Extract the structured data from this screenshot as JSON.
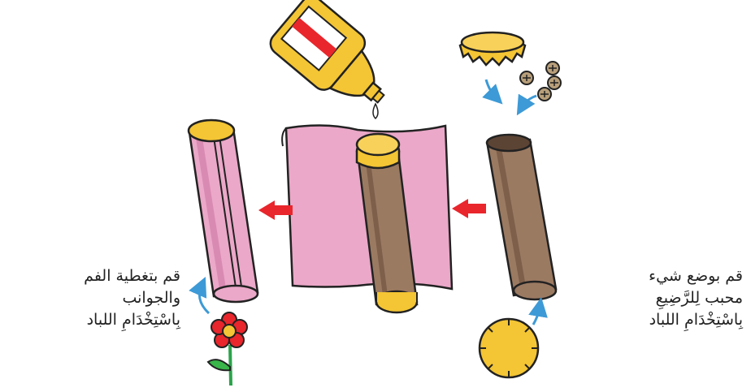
{
  "captions": {
    "right": {
      "line1": "قم بوضع شيء",
      "line2": "محبب لِلرَّضِيعِ",
      "line3": "بِاسْتِخْدَامِ اللباد"
    },
    "left": {
      "line1": "قم بتغطية الفم",
      "line2": "والجوانب",
      "line3": "بِاسْتِخْدَامِ اللباد"
    }
  },
  "colors": {
    "tube_brown": "#9b7a62",
    "tube_brown_dark": "#7d5f4a",
    "felt_pink": "#eba8c8",
    "felt_pink_dark": "#d98ab2",
    "cap_yellow": "#f4c534",
    "arrow_red": "#e8262c",
    "arrow_blue": "#3d9ad6",
    "outline": "#222222"
  },
  "icons": [
    "glue-bottle-icon",
    "bottle-cap-icon",
    "bells-icon",
    "flower-icon"
  ]
}
